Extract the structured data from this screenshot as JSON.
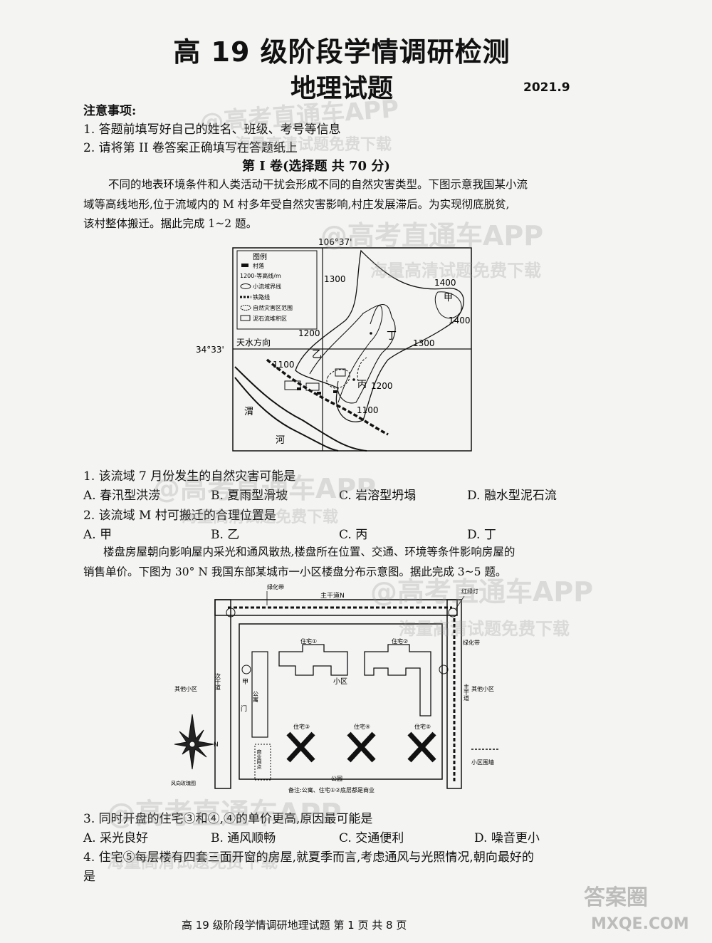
{
  "header": {
    "title": "高 19 级阶段学情调研检测",
    "subject": "地理试题",
    "date": "2021.9"
  },
  "notes": {
    "heading": "注意事项:",
    "items": [
      "1. 答题前填写好自己的姓名、班级、考号等信息",
      "2. 请将第 II 卷答案正确填写在答题纸上"
    ]
  },
  "section": "第 I 卷(选择题 共 70 分)",
  "passage1": [
    "不同的地表环境条件和人类活动干扰会形成不同的自然灾害类型。下图示意我国某小流",
    "域等高线地形,位于流域内的 M 村多年受自然灾害影响,村庄发展滞后。为实现彻底脱贫,",
    "该村整体搬迁。据此完成 1~2 题。"
  ],
  "map1": {
    "lon": "106°37'",
    "lat": "34°33'",
    "legend_title": "图例",
    "legend": [
      "村落",
      "1200-等高线/m",
      "小流域界线",
      "铁路线",
      "自然灾害区范围",
      "泥石流堆积区"
    ],
    "contours": [
      "1300",
      "1400",
      "1400",
      "1200",
      "1300",
      "1100",
      "1200",
      "1100"
    ],
    "places": [
      "甲",
      "乙",
      "丙",
      "丁"
    ],
    "direction": "天水方向",
    "river": [
      "渭",
      "河"
    ]
  },
  "q1": {
    "stem": "1. 该流域 7 月份发生的自然灾害可能是",
    "options": [
      "A. 春汛型洪涝",
      "B. 夏雨型滑坡",
      "C. 岩溶型坍塌",
      "D. 融水型泥石流"
    ]
  },
  "q2": {
    "stem": "2. 该流域 M 村可搬迁的合理位置是",
    "options": [
      "A. 甲",
      "B. 乙",
      "C. 丙",
      "D. 丁"
    ]
  },
  "passage2": [
    "楼盘房屋朝向影响屋内采光和通风散热,楼盘所在位置、交通、环境等条件影响房屋的",
    "销售单价。下图为 30° N 我国东部某城市一小区楼盘分布示意图。据此完成 3~5 题。"
  ],
  "map2": {
    "road_top": "主干道N",
    "green_top": "绿化带",
    "traffic_light": "红绿灯",
    "green_right": "绿化带",
    "road_left": "次干道",
    "road_right": "主干道",
    "other_left": "其他小区",
    "other_right": "其他小区",
    "community": "小区",
    "park": "公园",
    "gate": "门",
    "jia": "甲",
    "gongyu": "公寓",
    "shops": "商业网点",
    "houses": [
      "住宅①",
      "住宅②",
      "住宅③",
      "住宅④",
      "住宅⑤"
    ],
    "wind_rose_label": "风向玫瑰图",
    "boundary_label": "小区围墙",
    "note": "备注:公寓、住宅①②底层都是商业",
    "north": "N"
  },
  "q3": {
    "stem": "3. 同时开盘的住宅③和④,④的单价更高,原因最可能是",
    "options": [
      "A. 采光良好",
      "B. 通风顺畅",
      "C. 交通便利",
      "D. 噪音更小"
    ]
  },
  "q4": {
    "stem": "4. 住宅⑤每层楼有四套三面开窗的房屋,就夏季而言,考虑通风与光照情况,朝向最好的",
    "stem2": "是"
  },
  "footer": "高 19 级阶段学情调研地理试题      第 1 页 共 8 页",
  "watermarks": [
    "@高考直通车APP",
    "海量高清试题免费下载",
    "答案圈",
    "MXQE.COM"
  ]
}
